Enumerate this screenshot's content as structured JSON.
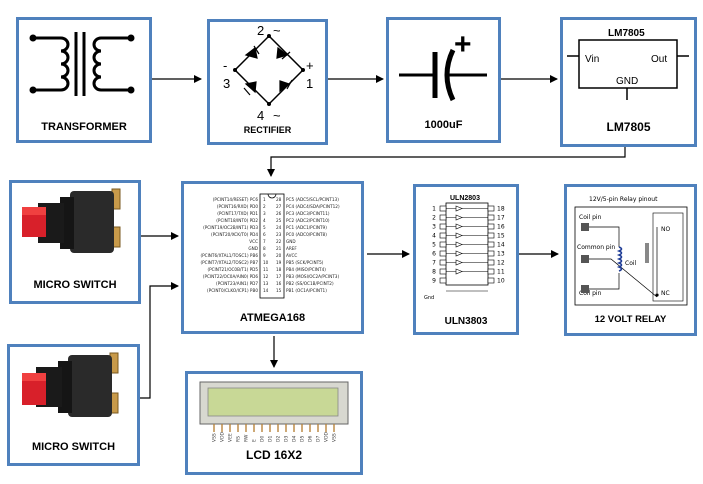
{
  "blocks": {
    "transformer": {
      "label": "TRANSFORMER"
    },
    "rectifier": {
      "label": "RECTIFIER",
      "pins": [
        "2",
        "~",
        "-",
        "+",
        "3",
        "1",
        "4",
        "~"
      ]
    },
    "capacitor": {
      "label": "1000uF",
      "symbol_plus": "+"
    },
    "regulator": {
      "label": "LM7805",
      "chip_title": "LM7805",
      "vin": "Vin",
      "out": "Out",
      "gnd": "GND"
    },
    "switch1": {
      "label": "MICRO SWITCH"
    },
    "switch2": {
      "label": "MICRO SWITCH"
    },
    "mcu": {
      "label": "ATMEGA168",
      "left_pins": [
        "(PCINT14/RESET) PC6",
        "(PCINT16/RXD) PD0",
        "(PCINT17/TXD) PD1",
        "(PCINT18/INT0) PD2",
        "(PCINT19/OC2B/INT1) PD3",
        "(PCINT20/XCK/T0) PD4",
        "VCC",
        "GND",
        "(PCINT6/XTAL1/TOSC1) PB6",
        "(PCINT7/XTAL2/TOSC2) PB7",
        "(PCINT21/OC0B/T1) PD5",
        "(PCINT22/OC0A/AIN0) PD6",
        "(PCINT23/AIN1) PD7",
        "(PCINT0/CLKO/ICP1) PB0"
      ],
      "right_pins": [
        "PC5 (ADC5/SCL/PCINT13)",
        "PC4 (ADC4/SDA/PCINT12)",
        "PC3 (ADC3/PCINT11)",
        "PC2 (ADC2/PCINT10)",
        "PC1 (ADC1/PCINT9)",
        "PC0 (ADC0/PCINT8)",
        "GND",
        "AREF",
        "AVCC",
        "PB5 (SCK/PCINT5)",
        "PB4 (MISO/PCINT4)",
        "PB3 (MOSI/OC2A/PCINT3)",
        "PB2 (SS/OC1B/PCINT2)",
        "PB1 (OC1A/PCINT1)"
      ],
      "left_nums": [
        "1",
        "2",
        "3",
        "4",
        "5",
        "6",
        "7",
        "8",
        "9",
        "10",
        "11",
        "12",
        "13",
        "14"
      ],
      "right_nums": [
        "28",
        "27",
        "26",
        "25",
        "24",
        "23",
        "22",
        "21",
        "20",
        "19",
        "18",
        "17",
        "16",
        "15"
      ]
    },
    "uln": {
      "label": "ULN3803",
      "chip_title": "ULN2803",
      "left_nums": [
        "1",
        "2",
        "3",
        "4",
        "5",
        "6",
        "7",
        "8",
        "9"
      ],
      "right_nums": [
        "18",
        "17",
        "16",
        "15",
        "14",
        "13",
        "12",
        "11",
        "10"
      ],
      "gnd": "Gnd"
    },
    "relay": {
      "label": "12 VOLT RELAY",
      "title": "12V/5-pin Relay pinout",
      "coil_pin_top": "Coil pin",
      "common_pin": "Common pin",
      "coil": "Coil",
      "coil_pin_bottom": "Coil pin",
      "no": "NO",
      "nc": "NC"
    },
    "lcd": {
      "label": "LCD 16X2",
      "pins": [
        "VSS",
        "VDD",
        "VEE",
        "RS",
        "RW",
        "E",
        "D0",
        "D1",
        "D2",
        "D3",
        "D4",
        "D5",
        "D6",
        "D7",
        "VDD",
        "VSS"
      ]
    }
  },
  "colors": {
    "border": "#4f81bd",
    "lcd_screen": "#c8d896",
    "switch_red": "#d8202a",
    "pin_gold": "#b8843a",
    "coil_blue": "#1e3c96"
  }
}
